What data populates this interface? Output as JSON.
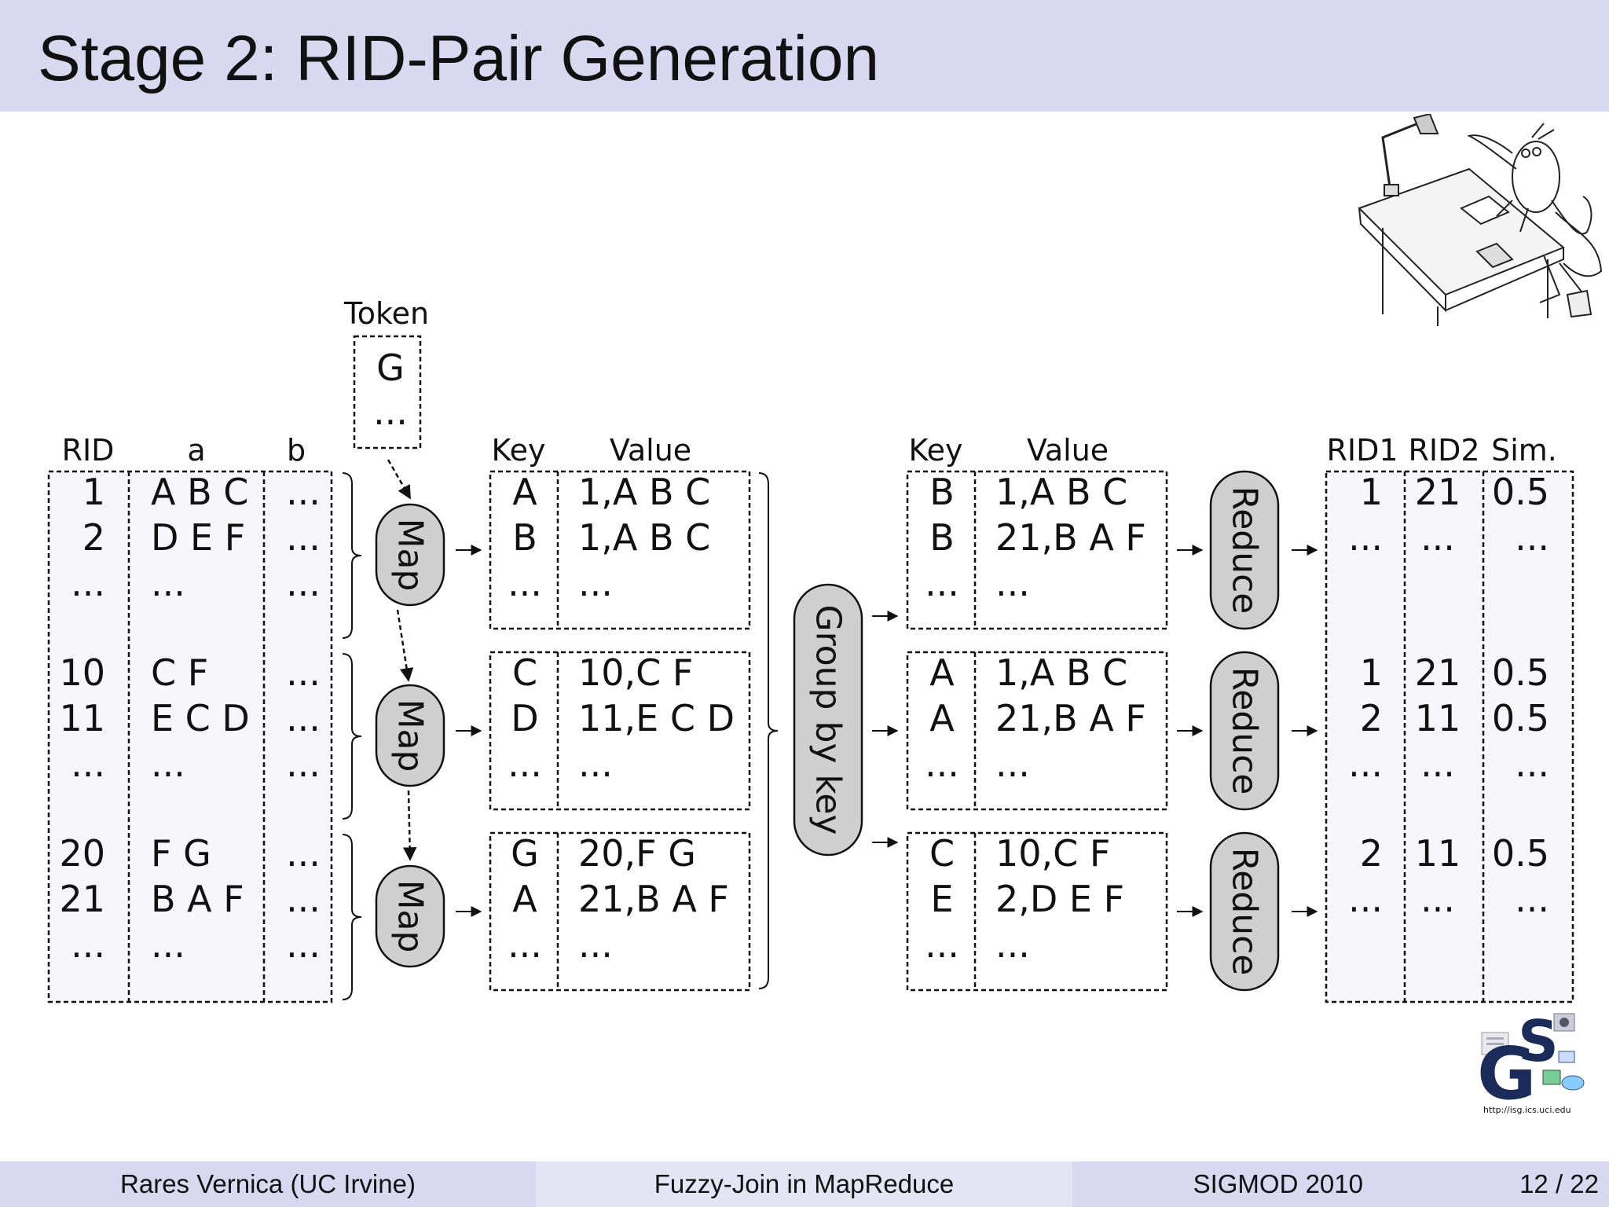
{
  "slide": {
    "title": "Stage 2: RID-Pair Generation"
  },
  "footer": {
    "author": "Rares Vernica  (UC Irvine)",
    "talk": "Fuzzy-Join in MapReduce",
    "venue": "SIGMOD 2010",
    "page": "12 / 22"
  },
  "diagram": {
    "token": {
      "label": "Token",
      "values": [
        "G",
        "..."
      ]
    },
    "input": {
      "headers": [
        "RID",
        "a",
        "b"
      ],
      "groups": [
        [
          [
            "1",
            "A B C",
            "..."
          ],
          [
            "2",
            "D E F",
            "..."
          ],
          [
            "...",
            "...",
            "..."
          ]
        ],
        [
          [
            "10",
            "C F",
            "..."
          ],
          [
            "11",
            "E C D",
            "..."
          ],
          [
            "...",
            "...",
            "..."
          ]
        ],
        [
          [
            "20",
            "F G",
            "..."
          ],
          [
            "21",
            "B A F",
            "..."
          ],
          [
            "...",
            "...",
            "..."
          ]
        ]
      ]
    },
    "map_label": "Map",
    "map_out": {
      "headers": [
        "Key",
        "Value"
      ],
      "groups": [
        [
          [
            "A",
            "1,A B C"
          ],
          [
            "B",
            "1,A B C"
          ],
          [
            "...",
            "..."
          ]
        ],
        [
          [
            "C",
            "10,C F"
          ],
          [
            "D",
            "11,E C D"
          ],
          [
            "...",
            "..."
          ]
        ],
        [
          [
            "G",
            "20,F G"
          ],
          [
            "A",
            "21,B A F"
          ],
          [
            "...",
            "..."
          ]
        ]
      ]
    },
    "group_label": "Group by key",
    "reduce_in": {
      "headers": [
        "Key",
        "Value"
      ],
      "groups": [
        [
          [
            "B",
            "1,A B C"
          ],
          [
            "B",
            "21,B A F"
          ],
          [
            "...",
            "..."
          ]
        ],
        [
          [
            "A",
            "1,A B C"
          ],
          [
            "A",
            "21,B A F"
          ],
          [
            "...",
            "..."
          ]
        ],
        [
          [
            "C",
            "10,C F"
          ],
          [
            "E",
            "2,D E F"
          ],
          [
            "...",
            "..."
          ]
        ]
      ]
    },
    "reduce_label": "Reduce",
    "output": {
      "headers": [
        "RID1",
        "RID2",
        "Sim."
      ],
      "groups": [
        [
          [
            "1",
            "21",
            "0.5"
          ],
          [
            "...",
            "...",
            "..."
          ]
        ],
        [
          [
            "1",
            "21",
            "0.5"
          ],
          [
            "2",
            "11",
            "0.5"
          ],
          [
            "...",
            "...",
            "..."
          ]
        ],
        [
          [
            "2",
            "11",
            "0.5"
          ],
          [
            "...",
            "...",
            "..."
          ]
        ]
      ]
    },
    "logo_url": "http://isg.ics.uci.edu"
  }
}
